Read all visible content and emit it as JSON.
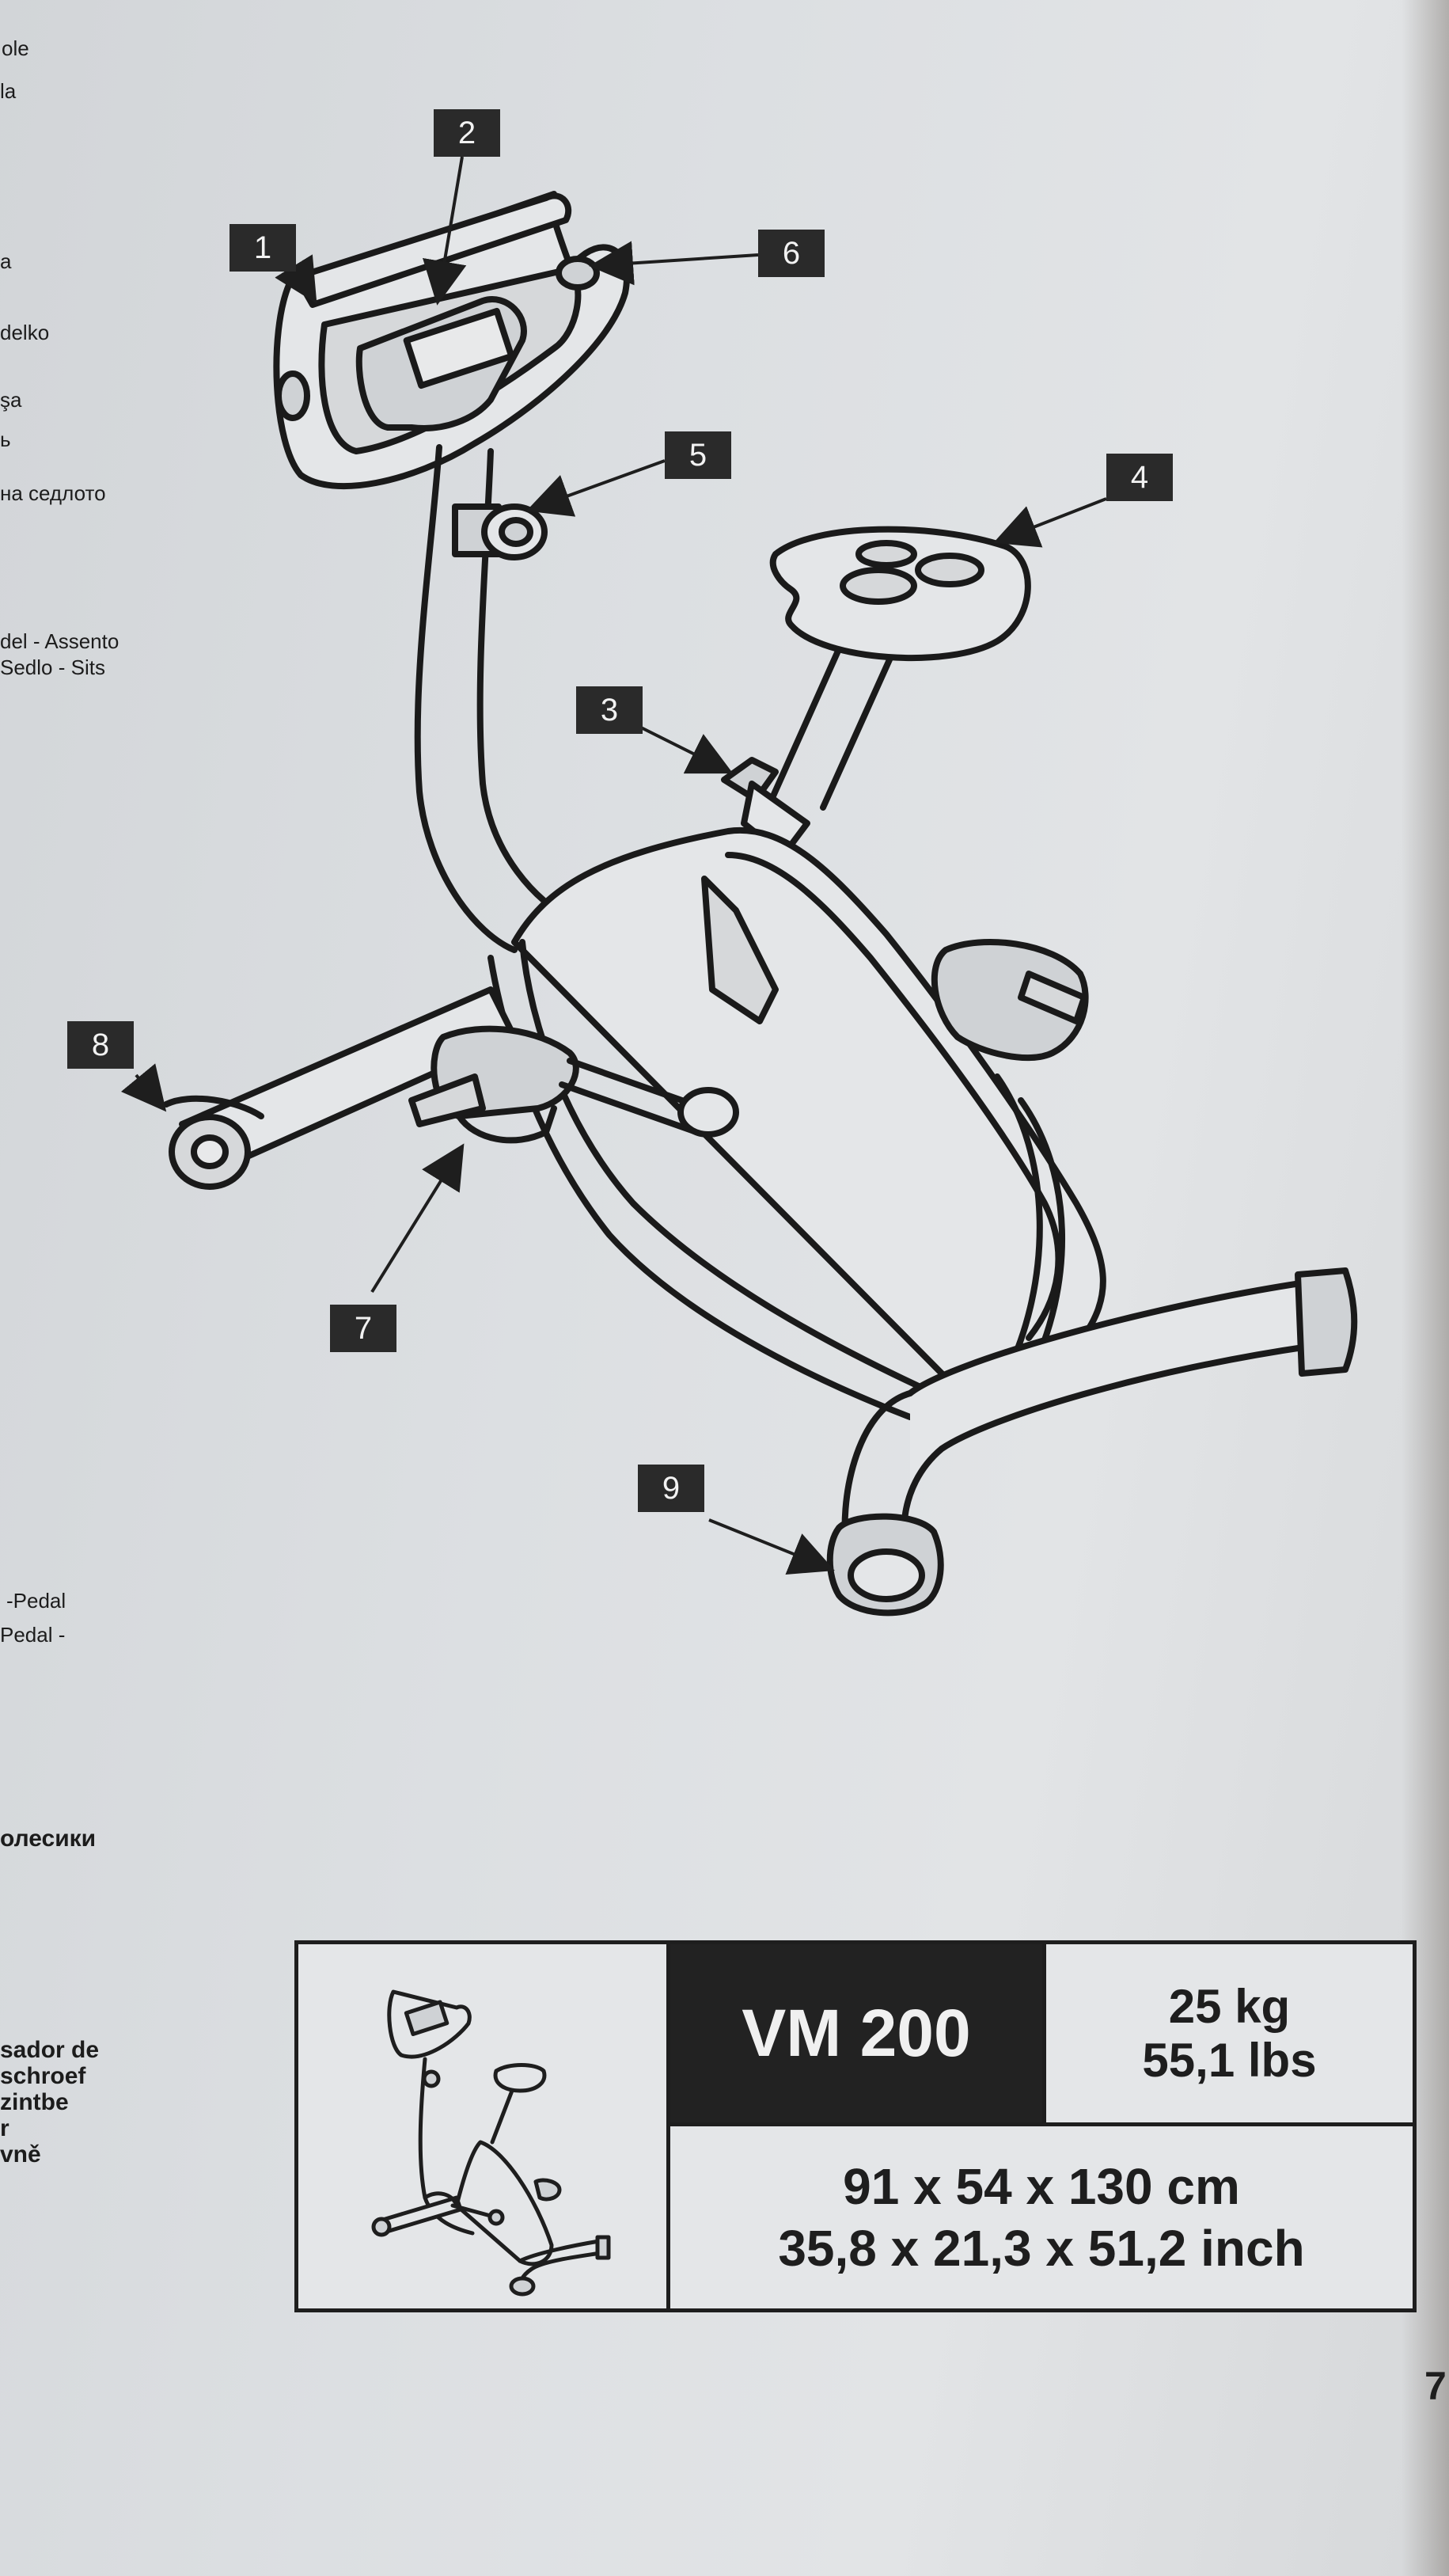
{
  "margin_text": [
    "ole",
    "la",
    "a",
    "delko",
    "şa",
    "ь",
    "на седлото",
    "del - Assento",
    "Sedlo - Sits",
    "-Pedal",
    "Pedal -",
    "олесики",
    "sador de",
    "schroef",
    "zintbe",
    "r",
    "vně"
  ],
  "callouts": [
    "1",
    "2",
    "3",
    "4",
    "5",
    "6",
    "7",
    "8",
    "9"
  ],
  "spec": {
    "model": "VM 200",
    "weight_kg": "25 kg",
    "weight_lbs": "55,1 lbs",
    "dims_cm": "91 x 54 x 130 cm",
    "dims_inch": "35,8 x 21,3 x 51,2 inch"
  },
  "page_number": "7",
  "colors": {
    "ink": "#1e1e1e",
    "paper": "#dcdfe2",
    "label_bg": "#2a2a2a"
  }
}
